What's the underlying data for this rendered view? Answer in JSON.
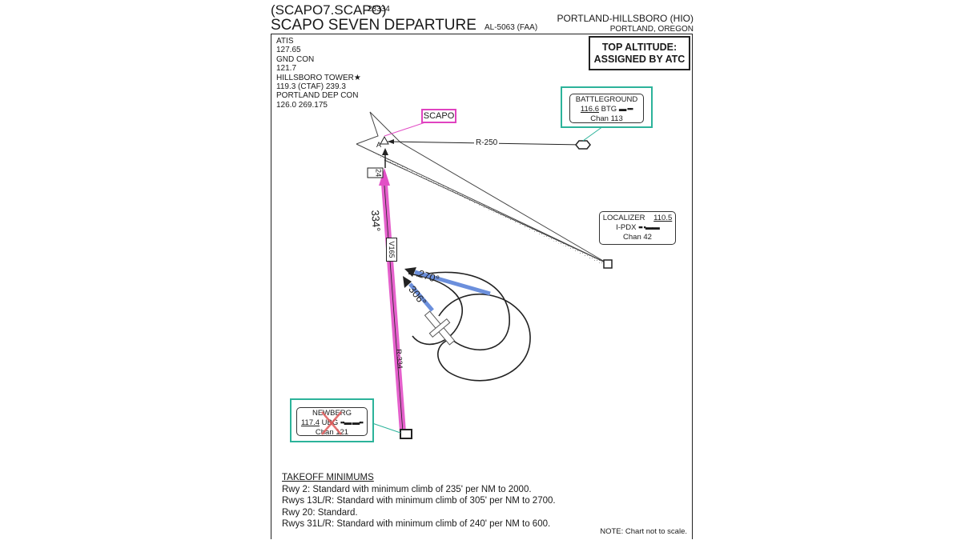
{
  "header": {
    "code": "(SCAPO7.SCAPO)",
    "number": "23334",
    "title": "SCAPO SEVEN DEPARTURE",
    "al": "AL-5063 (FAA)",
    "airport": "PORTLAND-HILLSBORO (HIO)",
    "city": "PORTLAND, OREGON"
  },
  "frequencies": [
    "ATIS",
    "127.65",
    "GND CON",
    "121.7",
    "HILLSBORO TOWER★",
    "119.3 (CTAF)  239.3",
    "PORTLAND DEP CON",
    "126.0  269.175"
  ],
  "top_altitude": {
    "line1": "TOP ALTITUDE:",
    "line2": "ASSIGNED BY ATC"
  },
  "fixes": {
    "scapo": "SCAPO",
    "battleground": {
      "name": "BATTLEGROUND",
      "freq": "116.6",
      "id": "BTG",
      "chan": "Chan 113"
    },
    "localizer": {
      "label": "LOCALIZER",
      "freq": "110.5",
      "id": "I-PDX",
      "chan": "Chan 42"
    },
    "newberg": {
      "name": "NEWBERG",
      "freq": "117.4",
      "id": "UBG",
      "chan": "Chan 121"
    }
  },
  "route_labels": {
    "radial_250": "R-250",
    "radial_334": "R-334",
    "course_334": "334°",
    "airway": "V165",
    "dme": "24",
    "heading_270": "270°",
    "heading_306": "306°",
    "fix_marker": "A"
  },
  "takeoff_minimums": {
    "heading": "TAKEOFF MINIMUMS",
    "lines": [
      "Rwy 2: Standard with minimum climb of 235' per NM to 2000.",
      "Rwys 13L/R: Standard with minimum climb of 305' per NM to 2700.",
      "Rwy 20: Standard.",
      "Rwys 31L/R: Standard with minimum climb of 240' per NM to 600."
    ]
  },
  "note": "NOTE: Chart not to scale.",
  "colors": {
    "magenta": "#e24fc6",
    "blue": "#6b8fdc",
    "teal": "#2cb39a"
  }
}
